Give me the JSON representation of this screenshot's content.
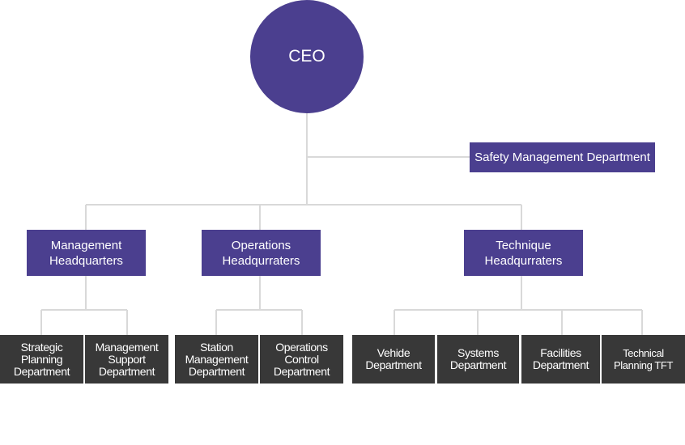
{
  "ceo": "CEO",
  "safety": "Safety Management Department",
  "headquarters": [
    {
      "label": "Management\nHeadquarters"
    },
    {
      "label": "Operations\nHeadqurraters"
    },
    {
      "label": "Technique\nHeadqurraters"
    }
  ],
  "departments": [
    {
      "label": "Strategic\nPlanning\nDepartment"
    },
    {
      "label": "Management\nSupport\nDepartment"
    },
    {
      "label": "Station\nManagement\nDepartment"
    },
    {
      "label": "Operations\nControl\nDepartment"
    },
    {
      "label": "Vehide\nDepartment"
    },
    {
      "label": "Systems\nDepartment"
    },
    {
      "label": "Facilities\nDepartment"
    },
    {
      "label": "Technical\nPlanning TFT"
    }
  ],
  "colors": {
    "purple": "#4b3f8f",
    "dark": "#383838",
    "line": "#d9d9d9"
  }
}
